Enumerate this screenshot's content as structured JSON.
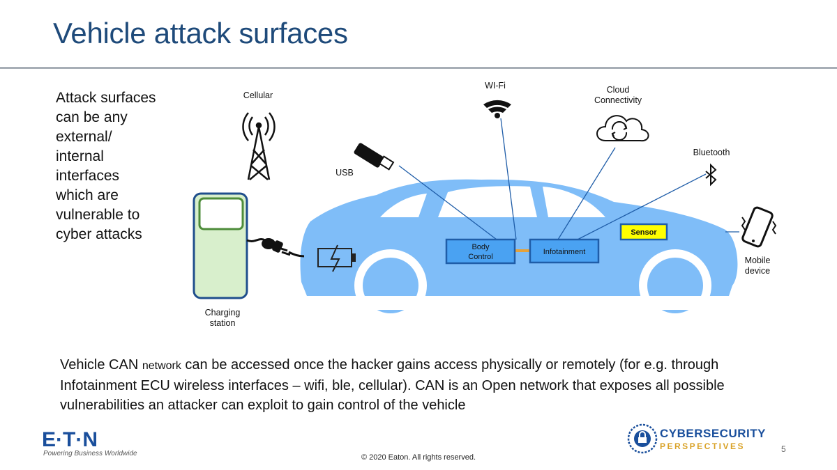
{
  "slide": {
    "title": "Vehicle attack surfaces",
    "left_text": "Attack surfaces can be any external/ internal interfaces which are vulnerable to cyber attacks",
    "bottom_text_a": "Vehicle CAN ",
    "bottom_text_small": "network",
    "bottom_text_b": " can be accessed once the hacker gains access physically or remotely (for e.g. through Infotainment ECU wireless interfaces – wifi, ble, cellular). CAN is an Open network that exposes all possible vulnerabilities an attacker can exploit to gain control of the vehicle",
    "footer": "© 2020 Eaton. All rights reserved.",
    "page_number": "5"
  },
  "diagram": {
    "cellular_label": "Cellular",
    "wifi_label": "WI-Fi",
    "cloud_label": "Cloud\nConnectivity",
    "bluetooth_label": "Bluetooth",
    "usb_label": "USB",
    "mobile_label": "Mobile\ndevice",
    "charging_label": "Charging\nstation",
    "body_control_line1": "Body",
    "body_control_line2": "Control",
    "infotainment_label": "Infotainment",
    "sensor_label": "Sensor"
  },
  "logos": {
    "eaton_name": "E·T·N",
    "eaton_tagline": "Powering Business Worldwide",
    "cyber_line1": "CYBERSECURITY",
    "cyber_line2": "PERSPECTIVES"
  },
  "colors": {
    "title": "#1e4a7a",
    "car": "#7fbdf8",
    "ecu_fill": "#4aa2f2",
    "ecu_border": "#1f5da8",
    "sensor": "#ffff00",
    "charger_fill": "#d8efcc",
    "charger_border": "#1f4e8c",
    "charger_screen": "#4e8c3a",
    "link_line": "#1f5da8",
    "eaton_blue": "#1a4f9c"
  }
}
